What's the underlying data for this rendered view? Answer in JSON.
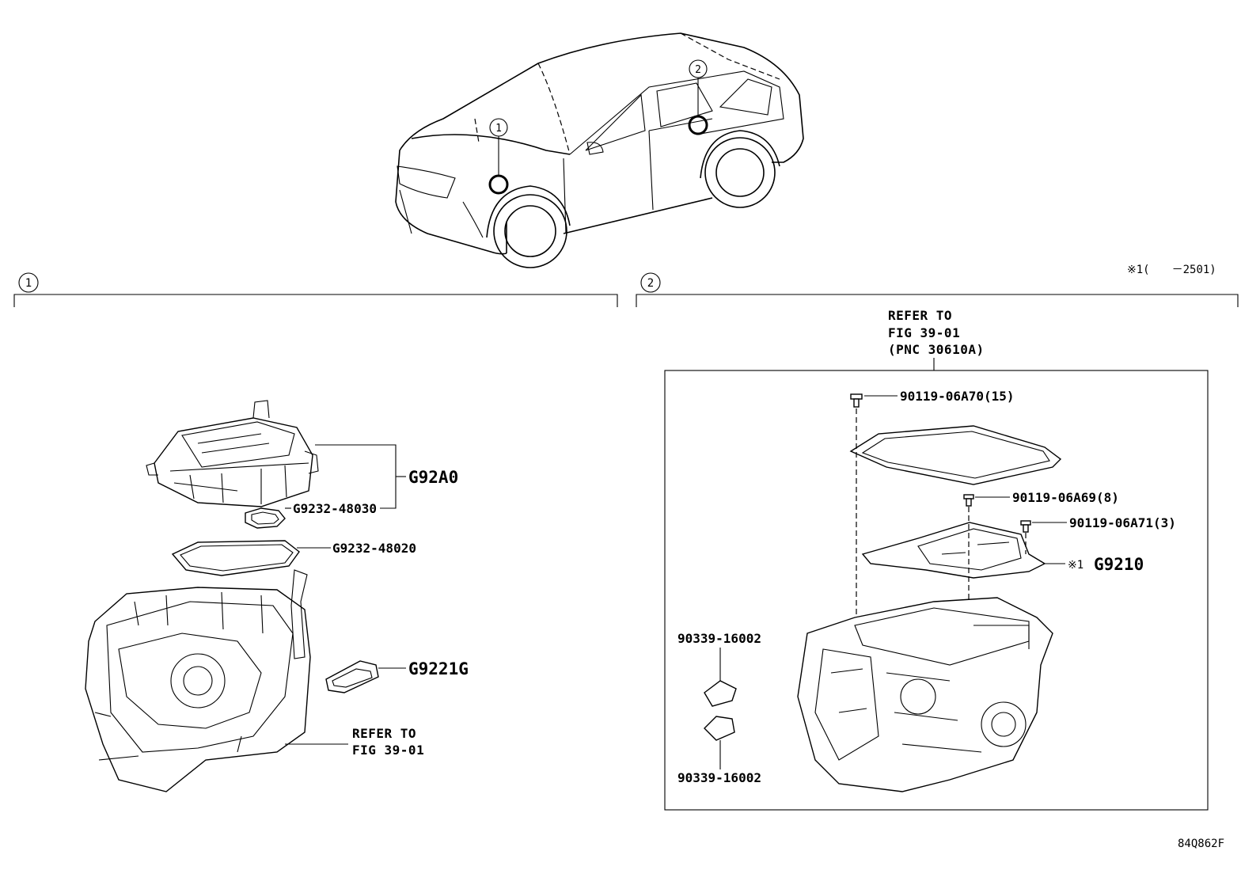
{
  "figure_code": "84Q862F",
  "applicability_note": "※1(　　－2501)",
  "vehicle": {
    "callouts": [
      "1",
      "2"
    ]
  },
  "section_1": {
    "number": "1",
    "labels": {
      "inverter": "G92A0",
      "gasket_a": "G9232-48030",
      "gasket_b": "G9232-48020",
      "cover": "G9221G",
      "refer_line1": "REFER TO",
      "refer_line2": "FIG 39-01"
    }
  },
  "section_2": {
    "number": "2",
    "refer": {
      "line1": "REFER TO",
      "line2": "FIG 39-01",
      "line3": "(PNC 30610A)"
    },
    "labels": {
      "bolt_top": "90119-06A70(15)",
      "bolt_mid": "90119-06A69(8)",
      "bolt_right": "90119-06A71(3)",
      "cover_mark": "※1",
      "cover": "G9210",
      "plug_top": "90339-16002",
      "plug_bottom": "90339-16002"
    }
  }
}
